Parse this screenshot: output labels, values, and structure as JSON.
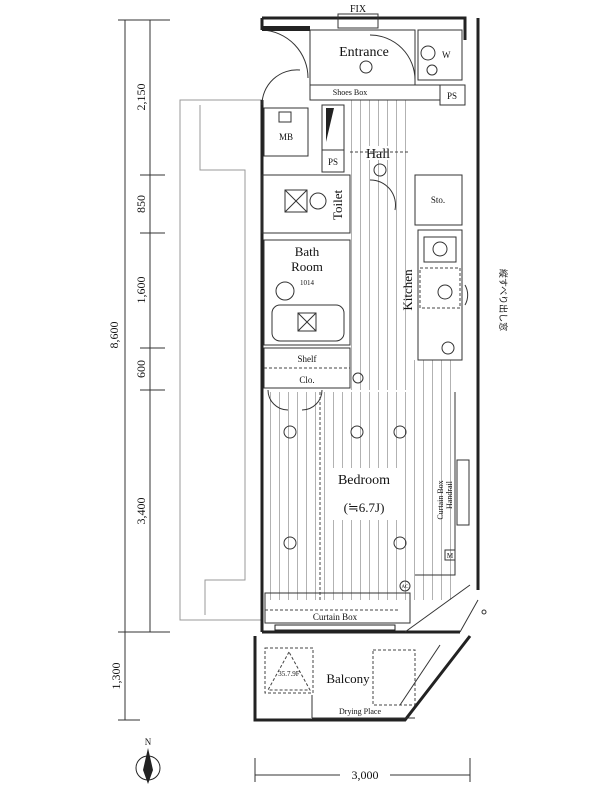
{
  "plan": {
    "rooms": {
      "entrance": "Entrance",
      "fix": "FIX",
      "washer": "W",
      "shoes_box": "Shoes Box",
      "ps1": "PS",
      "mb": "MB",
      "ps2": "PS",
      "hall": "Hall",
      "toilet": "Toilet",
      "storage": "Sto.",
      "bath_line1": "Bath",
      "bath_line2": "Room",
      "bath_size": "1014",
      "kitchen": "Kitchen",
      "shelf": "Shelf",
      "closet": "Clo.",
      "bedroom": "Bedroom",
      "bedroom_size": "(≒6.7J)",
      "curtain_box_side": "Curtain Box",
      "handrail": "Handrail",
      "curtain_box": "Curtain Box",
      "balcony": "Balcony",
      "drying_place": "Drying Place",
      "ac": "AC",
      "meter": "M",
      "window_note": "縦すべり出し窓",
      "outdoor_unit": "35.7.9F"
    },
    "dimensions": {
      "vertical_total": "8,600",
      "vertical": [
        "2,150",
        "850",
        "1,600",
        "600",
        "3,400",
        "1,300"
      ],
      "horizontal": "3,000"
    },
    "north": "N"
  }
}
